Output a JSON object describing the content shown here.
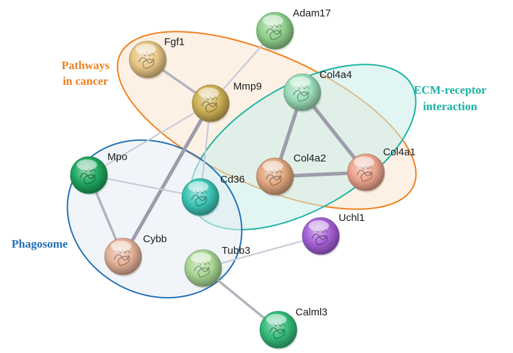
{
  "groups": [
    {
      "id": "cancer",
      "label_lines": [
        "Pathways",
        "in cancer"
      ],
      "color": "#f07f1b",
      "fill": "#fbe3cf"
    },
    {
      "id": "ecm",
      "label_lines": [
        "ECM-receptor",
        "interaction"
      ],
      "color": "#19b3a2",
      "fill": "#c9efe9"
    },
    {
      "id": "phago",
      "label_lines": [
        "Phagosome"
      ],
      "color": "#1f6fb5",
      "fill": "#e6edf4"
    }
  ],
  "nodes": [
    {
      "id": "Adam17",
      "label": "Adam17",
      "color": "#8fd08b"
    },
    {
      "id": "Fgf1",
      "label": "Fgf1",
      "color": "#e6c685"
    },
    {
      "id": "Mmp9",
      "label": "Mmp9",
      "color": "#cdb157"
    },
    {
      "id": "Col4a4",
      "label": "Col4a4",
      "color": "#9bddb9"
    },
    {
      "id": "Col4a2",
      "label": "Col4a2",
      "color": "#e1a77e"
    },
    {
      "id": "Col4a1",
      "label": "Col4a1",
      "color": "#eba58f"
    },
    {
      "id": "Cd36",
      "label": "Cd36",
      "color": "#3dc6b5"
    },
    {
      "id": "Mpo",
      "label": "Mpo",
      "color": "#1fa860"
    },
    {
      "id": "Cybb",
      "label": "Cybb",
      "color": "#e4b096"
    },
    {
      "id": "Tubb3",
      "label": "Tubb3",
      "color": "#a8d693"
    },
    {
      "id": "Uchl1",
      "label": "Uchl1",
      "color": "#a560d6"
    },
    {
      "id": "Calml3",
      "label": "Calml3",
      "color": "#34bb7a"
    }
  ],
  "edges": [
    {
      "source": "Adam17",
      "target": "Mmp9",
      "weight": 1
    },
    {
      "source": "Fgf1",
      "target": "Mmp9",
      "weight": 2
    },
    {
      "source": "Mmp9",
      "target": "Mpo",
      "weight": 1
    },
    {
      "source": "Mmp9",
      "target": "Cd36",
      "weight": 1
    },
    {
      "source": "Mmp9",
      "target": "Cybb",
      "weight": 3
    },
    {
      "source": "Col4a4",
      "target": "Col4a2",
      "weight": 3
    },
    {
      "source": "Col4a4",
      "target": "Col4a1",
      "weight": 3
    },
    {
      "source": "Col4a2",
      "target": "Col4a1",
      "weight": 3
    },
    {
      "source": "Mpo",
      "target": "Cd36",
      "weight": 1
    },
    {
      "source": "Mpo",
      "target": "Cybb",
      "weight": 2
    },
    {
      "source": "Tubb3",
      "target": "Uchl1",
      "weight": 1
    },
    {
      "source": "Tubb3",
      "target": "Calml3",
      "weight": 2
    }
  ]
}
